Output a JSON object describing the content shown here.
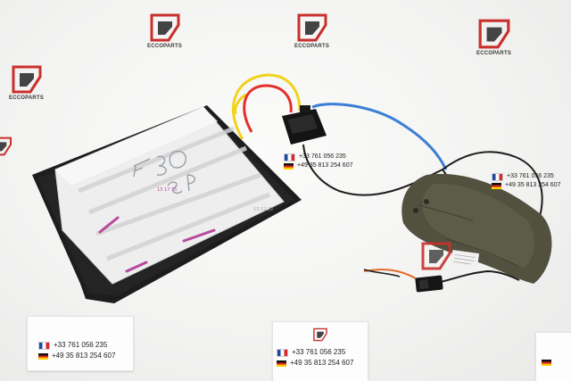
{
  "watermark": {
    "brand": "ECCOPARTS"
  },
  "contact": {
    "phone_fr": "+33 761 056 235",
    "phone_de": "+49 35 813 254 607"
  },
  "part": {
    "marking_main": "F30",
    "marking_side": "SP",
    "label_1": "13 17 15",
    "label_2": "13.12.22"
  },
  "colors": {
    "brand_red": "#c9302c",
    "wire_yellow": "#f2d21a",
    "wire_red": "#e0312b",
    "wire_blue": "#3a7fd5"
  },
  "icons": [
    "ecco-logo-icon",
    "france-flag-icon",
    "germany-flag-icon"
  ]
}
